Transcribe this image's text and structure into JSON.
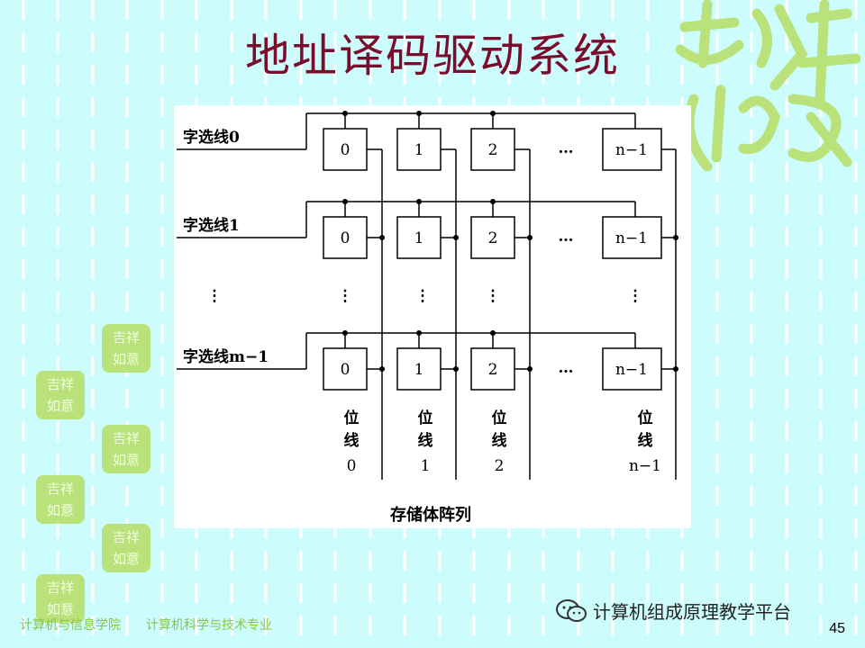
{
  "title": "地址译码驱动系统",
  "word_lines": [
    "字选线0",
    "字选线1",
    "字选线m−1"
  ],
  "cell_labels": [
    "0",
    "1",
    "2",
    "n−1"
  ],
  "dots": "…",
  "vdots": "⋮",
  "bit_line_chars": [
    "位",
    "线"
  ],
  "bit_line_indices": [
    "0",
    "1",
    "2",
    "n−1"
  ],
  "array_caption": "存储体阵列",
  "footer": {
    "school": "计算机与信息学院",
    "major": "计算机科学与技术专业"
  },
  "brand": "计算机组成原理教学平台",
  "page_number": "45",
  "colors": {
    "background": "#ccfcfc",
    "stripe": "#ffffff",
    "title": "#7a0c2c",
    "stamp": "#b9e27a"
  }
}
